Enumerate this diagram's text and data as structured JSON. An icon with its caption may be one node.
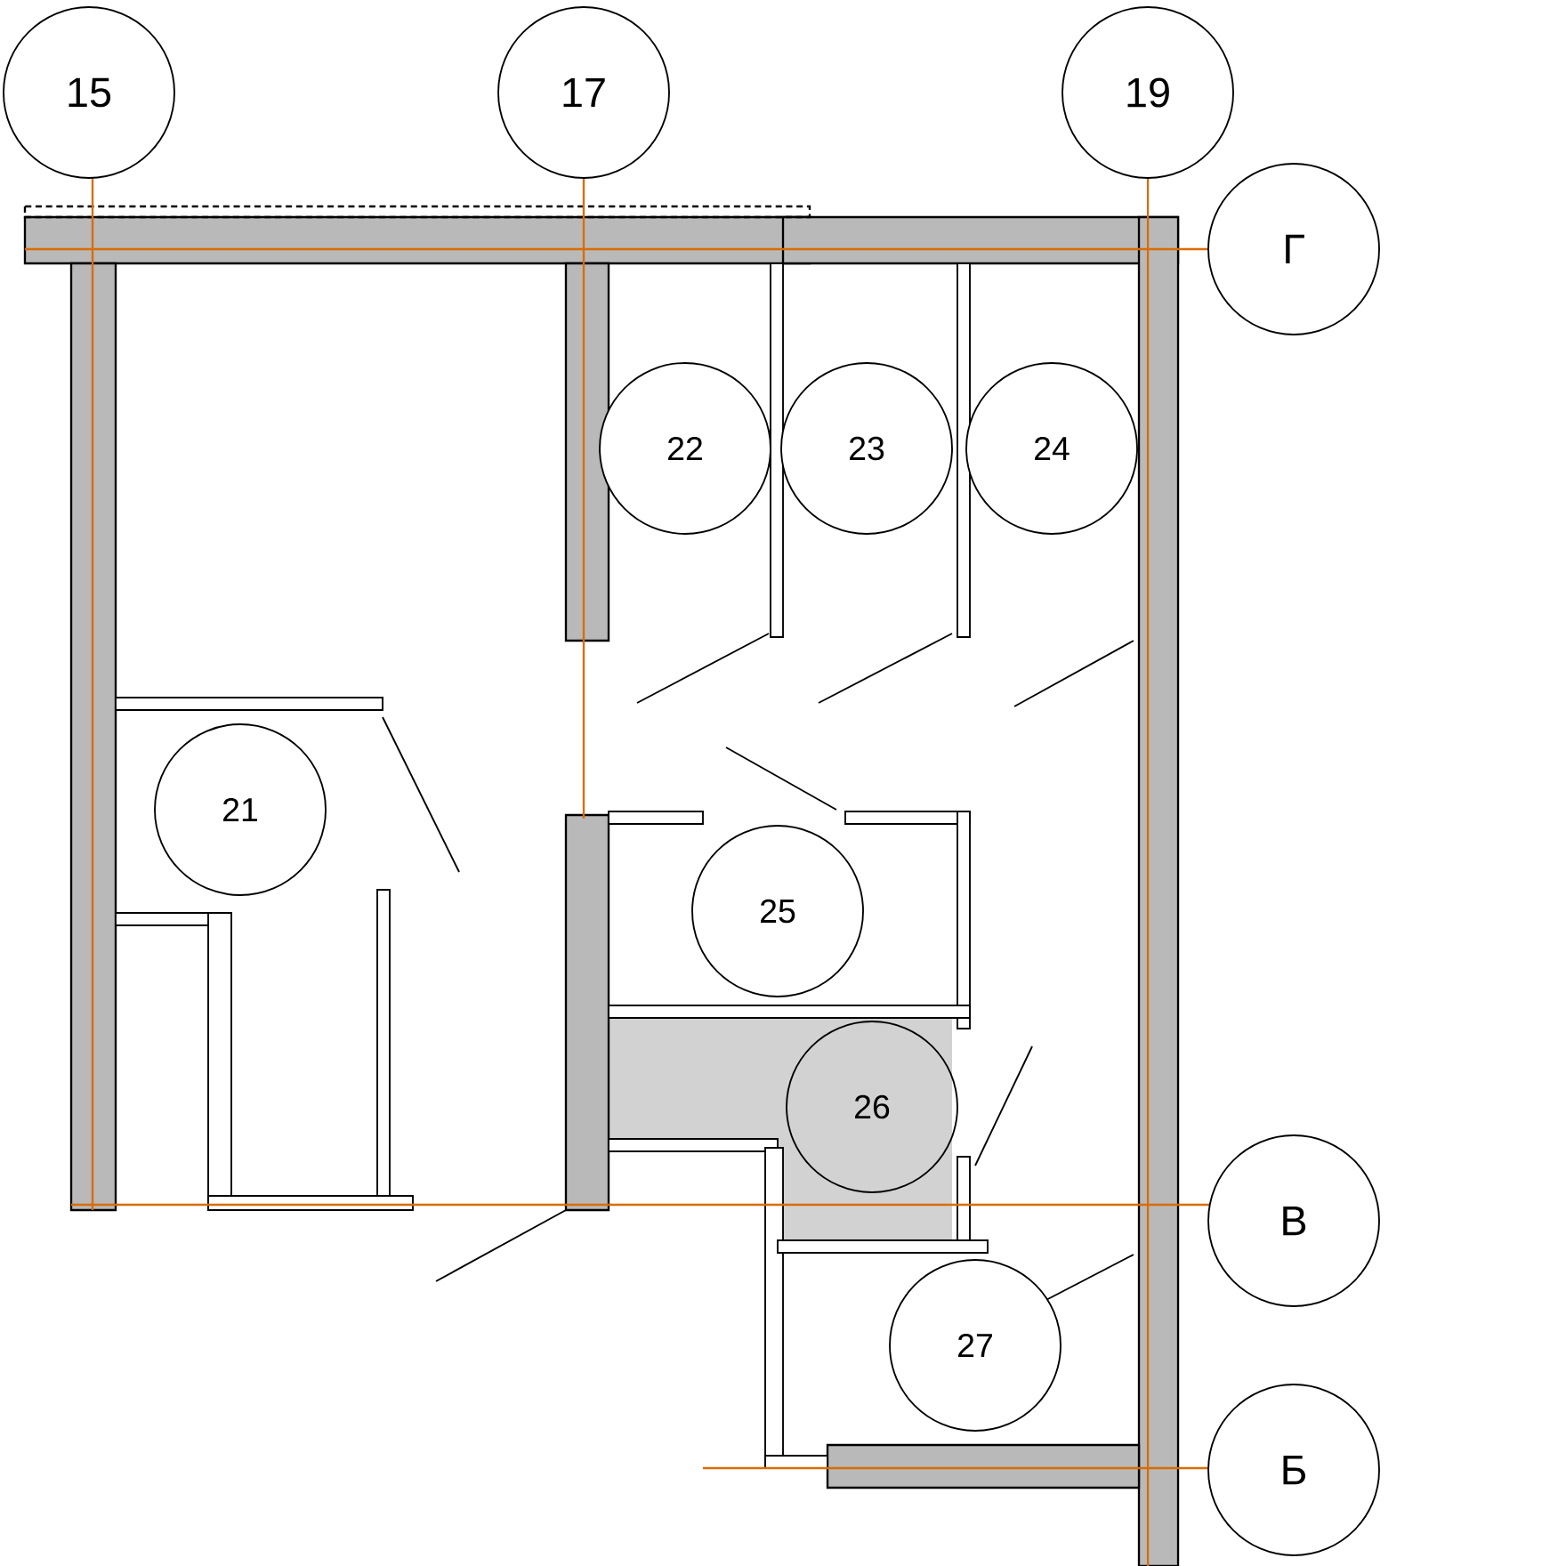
{
  "diagram": {
    "nodes": [
      {
        "text": [
          "15"
        ]
      },
      {
        "text": [
          "17"
        ]
      },
      {
        "text": [
          "19"
        ]
      },
      {
        "text": [
          "Г"
        ]
      },
      {
        "text": [
          "22"
        ]
      },
      {
        "text": [
          "23"
        ]
      },
      {
        "text": [
          "24"
        ]
      },
      {
        "text": [
          "21"
        ]
      },
      {
        "text": [
          "25"
        ]
      },
      {
        "text": [
          "26"
        ]
      },
      {
        "text": [
          "В"
        ]
      },
      {
        "text": [
          "27"
        ]
      },
      {
        "text": [
          "Б"
        ]
      }
    ]
  }
}
